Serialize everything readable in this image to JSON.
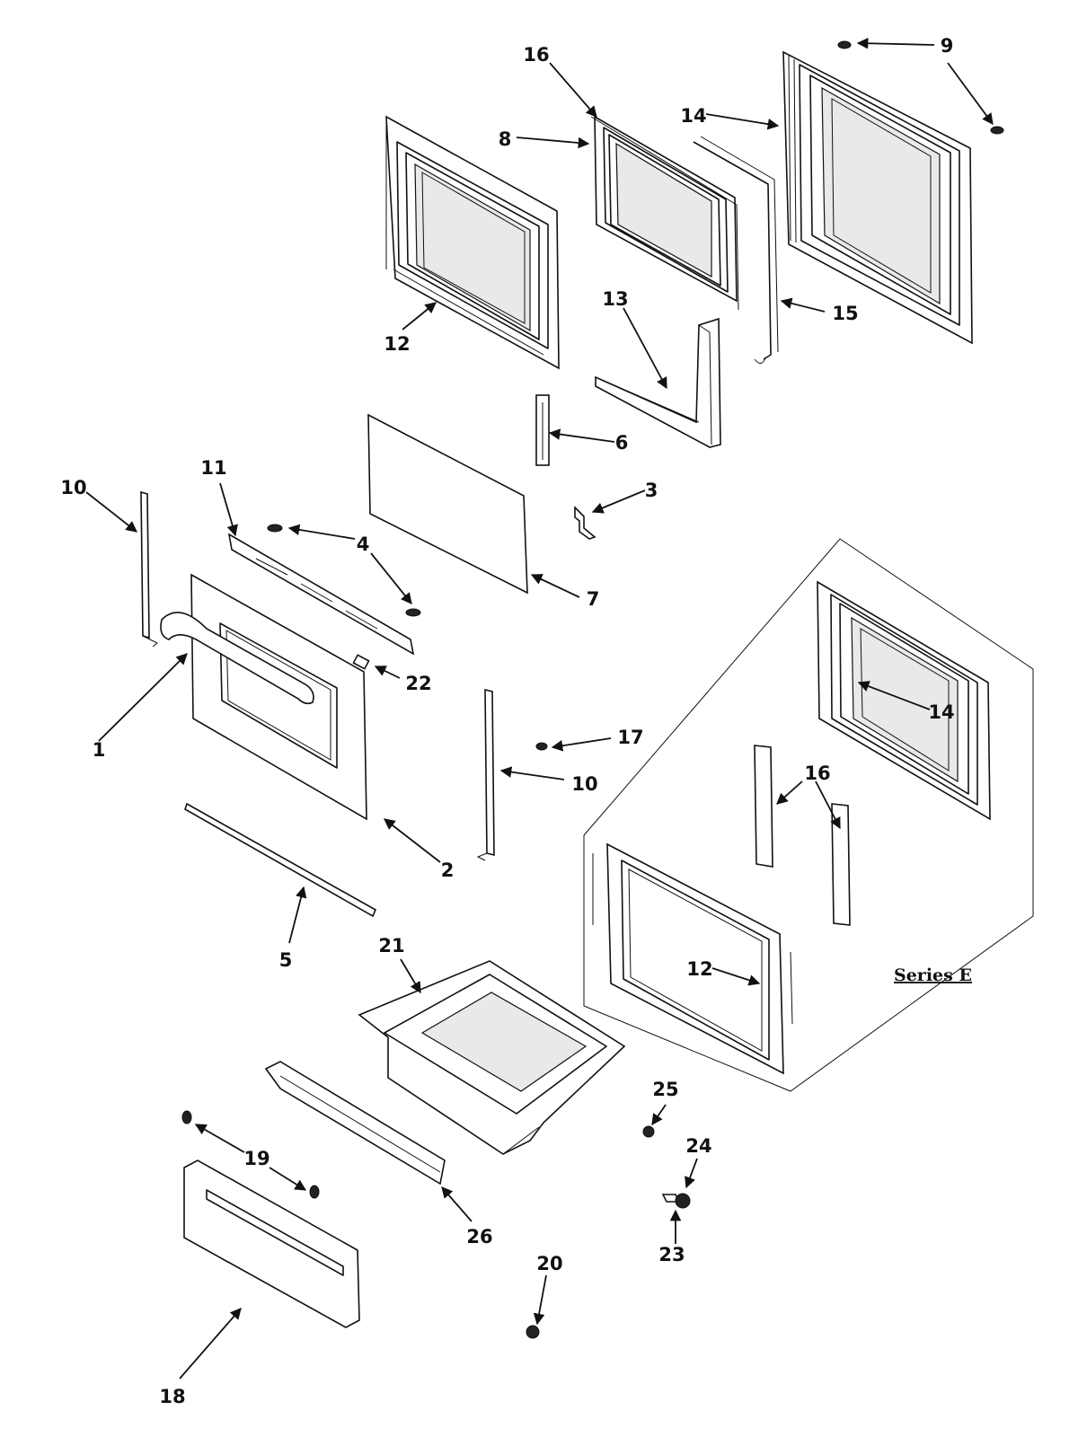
{
  "diagram": {
    "series_label": "Series E",
    "callouts": {
      "c1": "1",
      "c2": "2",
      "c3": "3",
      "c4": "4",
      "c5": "5",
      "c6": "6",
      "c7": "7",
      "c8": "8",
      "c9": "9",
      "c10a": "10",
      "c10b": "10",
      "c11": "11",
      "c12a": "12",
      "c12b": "12",
      "c13": "13",
      "c14a": "14",
      "c14b": "14",
      "c15": "15",
      "c16a": "16",
      "c16b": "16",
      "c17": "17",
      "c18": "18",
      "c19": "19",
      "c20": "20",
      "c21": "21",
      "c22": "22",
      "c23": "23",
      "c24": "24",
      "c25": "25",
      "c26": "26"
    }
  }
}
